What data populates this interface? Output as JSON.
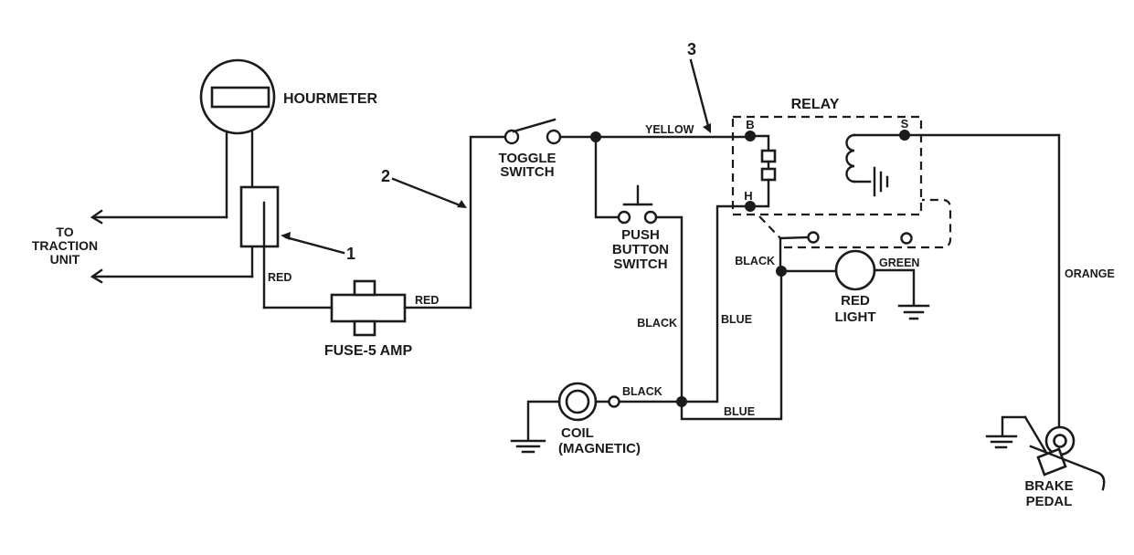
{
  "diagram": {
    "components": {
      "hourmeter": {
        "label": "HOURMETER"
      },
      "traction_unit": {
        "line1": "TO",
        "line2": "TRACTION",
        "line3": "UNIT"
      },
      "fuse": {
        "label": "FUSE-5 AMP"
      },
      "toggle_switch": {
        "line1": "TOGGLE",
        "line2": "SWITCH"
      },
      "push_button_switch": {
        "line1": "PUSH",
        "line2": "BUTTON",
        "line3": "SWITCH"
      },
      "relay": {
        "label": "RELAY",
        "terminal_b": "B",
        "terminal_h": "H",
        "terminal_s": "S"
      },
      "red_light": {
        "line1": "RED",
        "line2": "LIGHT"
      },
      "coil": {
        "line1": "COIL",
        "line2": "(MAGNETIC)"
      },
      "brake_pedal": {
        "line1": "BRAKE",
        "line2": "PEDAL"
      }
    },
    "wire_labels": {
      "red_connector": "RED",
      "red_fuse": "RED",
      "yellow": "YELLOW",
      "black_push_button": "BLACK",
      "blue_relay": "BLUE",
      "black_relay_contact": "BLACK",
      "black_coil": "BLACK",
      "blue_bottom": "BLUE",
      "green": "GREEN",
      "orange": "ORANGE"
    },
    "callouts": {
      "item1": "1",
      "item2": "2",
      "item3": "3"
    },
    "colors": {
      "ink": "#1b1b1b",
      "paper": "#ffffff"
    }
  }
}
